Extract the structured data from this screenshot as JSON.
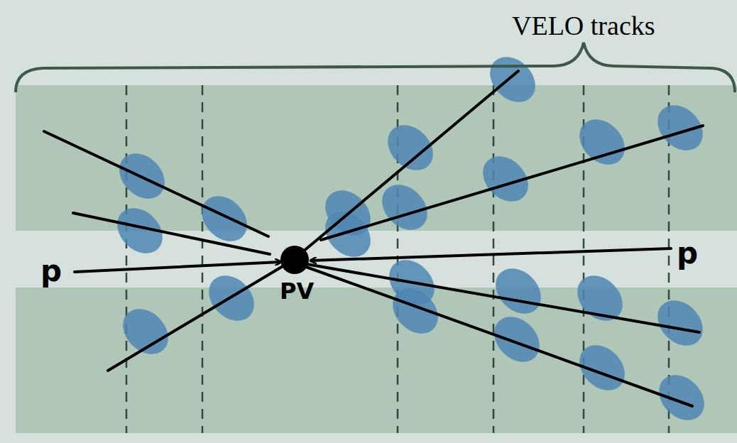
{
  "diagram": {
    "labels": [
      "VELO tracks",
      "p",
      "PV",
      "p"
    ]
  }
}
